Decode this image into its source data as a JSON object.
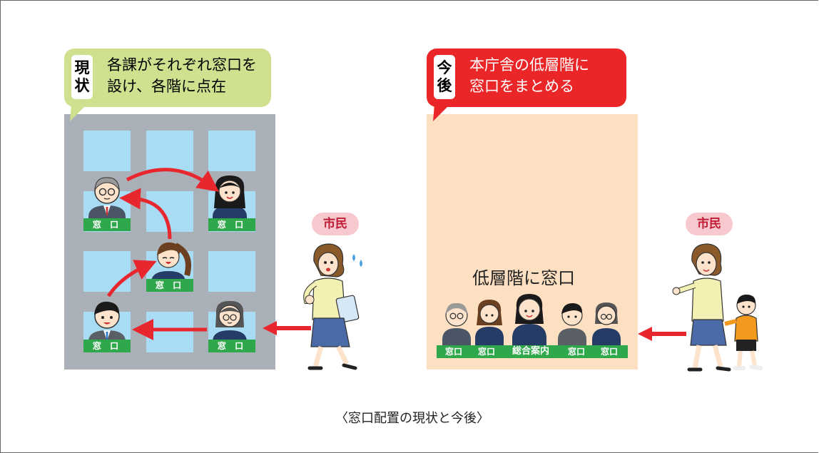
{
  "current": {
    "tag": "現状",
    "tag_chars": [
      "現",
      "状"
    ],
    "description_lines": [
      "各課がそれぞれ窓口を",
      "設け、各階に点在"
    ],
    "desk_label": "窓 口",
    "colors": {
      "bubble": "#cfe08f",
      "building": "#aab0b7",
      "window": "#a8dcf5",
      "arrow": "#e8262e"
    }
  },
  "future": {
    "tag": "今後",
    "tag_chars": [
      "今",
      "後"
    ],
    "description_lines": [
      "本庁舎の低層階に",
      "窓口をまとめる"
    ],
    "heading": "低層階に窓口",
    "counter_labels": [
      "窓口",
      "窓口",
      "総合案内",
      "窓口",
      "窓口"
    ],
    "colors": {
      "bubble": "#ea2628",
      "area": "#fde0c2",
      "counter": "#2ea84a"
    }
  },
  "citizen_label": "市民",
  "caption": "〈窓口配置の現状と今後〉"
}
